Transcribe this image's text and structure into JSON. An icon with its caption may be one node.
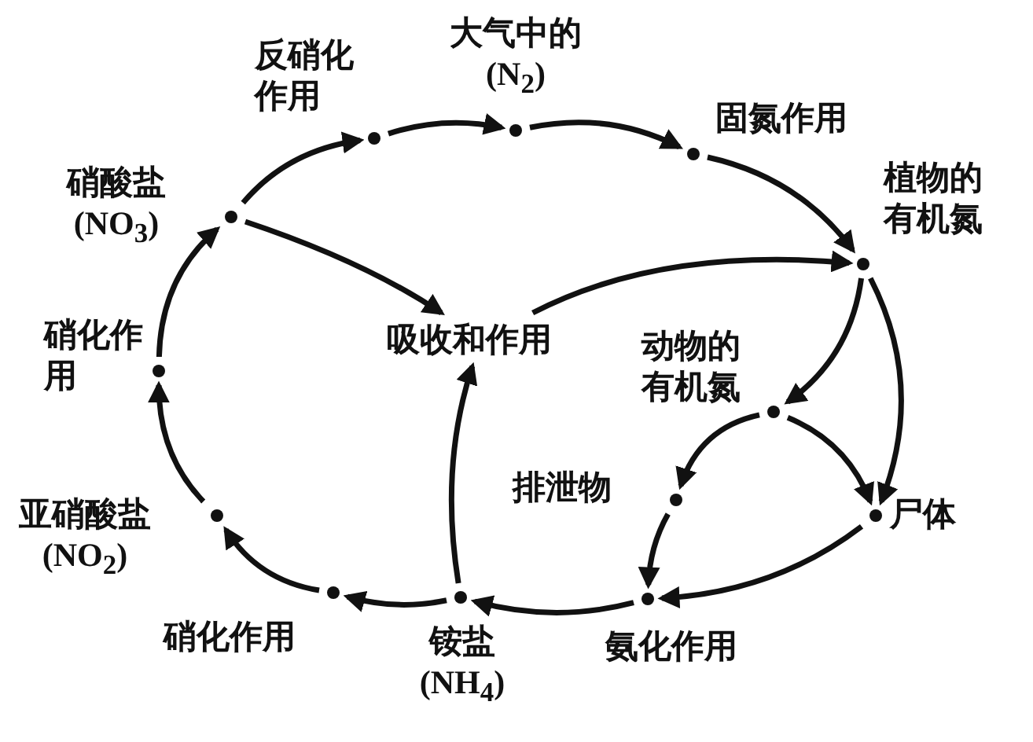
{
  "diagram": {
    "nodes": [
      {
        "text": [
          "反硝化作用"
        ]
      },
      {
        "text": [
          "大气中的(N$_{2}$)"
        ]
      },
      {
        "text": [
          "固氮作用"
        ]
      },
      {
        "text": [
          "植物的有机氮"
        ]
      },
      {
        "text": [
          "动物的有机氮"
        ]
      },
      {
        "text": [
          "尸体"
        ]
      },
      {
        "text": [
          "排泄物"
        ]
      },
      {
        "text": [
          "氨化作用"
        ]
      },
      {
        "text": [
          "铵盐(NH$_{4}$)"
        ]
      },
      {
        "text": [
          "硝化作用"
        ]
      },
      {
        "text": [
          "亚硝酸盐(NO$_{2}$)"
        ]
      },
      {
        "text": [
          "硝化作用"
        ]
      },
      {
        "text": [
          "硝酸盐(NO$_{3}$)"
        ]
      },
      {
        "text": [
          "吸收和作用"
        ]
      }
    ],
    "edges": [
      {
        "from": 12,
        "to": 0,
        "arrow": "to"
      },
      {
        "from": 0,
        "to": 1,
        "arrow": "to"
      },
      {
        "from": 1,
        "to": 2,
        "arrow": "to"
      },
      {
        "from": 2,
        "to": 3,
        "arrow": "to"
      },
      {
        "from": 3,
        "to": 4,
        "arrow": "to"
      },
      {
        "from": 3,
        "to": 5,
        "arrow": "to"
      },
      {
        "from": 4,
        "to": 6,
        "arrow": "to"
      },
      {
        "from": 4,
        "to": 5,
        "arrow": "to"
      },
      {
        "from": 6,
        "to": 7,
        "arrow": "to"
      },
      {
        "from": 5,
        "to": 7,
        "arrow": "to"
      },
      {
        "from": 7,
        "to": 8,
        "arrow": "to"
      },
      {
        "from": 8,
        "to": 9,
        "arrow": "to"
      },
      {
        "from": 9,
        "to": 10,
        "arrow": "to"
      },
      {
        "from": 10,
        "to": 11,
        "arrow": "to"
      },
      {
        "from": 11,
        "to": 12,
        "arrow": "to"
      },
      {
        "from": 12,
        "to": 13,
        "arrow": "to"
      },
      {
        "from": 13,
        "to": 3,
        "arrow": "to"
      },
      {
        "from": 8,
        "to": 13,
        "arrow": "to"
      }
    ]
  }
}
